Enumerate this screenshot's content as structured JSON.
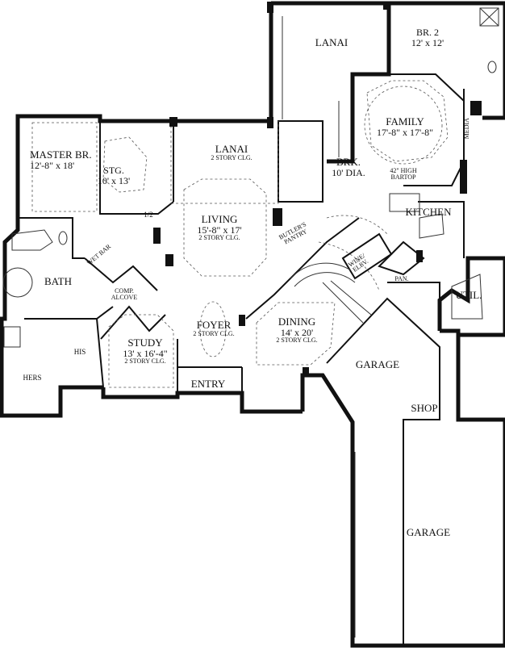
{
  "rooms": {
    "lanai_top": {
      "name": "LANAI"
    },
    "br2": {
      "name": "BR. 2",
      "dim": "12' x 12'"
    },
    "family": {
      "name": "FAMILY",
      "dim": "17'-8\" x 17'-8\""
    },
    "media": {
      "name": "MEDIA"
    },
    "master": {
      "name": "MASTER BR.",
      "dim": "12'-8\" x 18'"
    },
    "stg": {
      "name": "STG.",
      "dim": "10' x 13'"
    },
    "lanai_mid": {
      "name": "LANAI",
      "sub": "2 STORY CLG."
    },
    "brk": {
      "name": "BRK.",
      "dim": "10' DIA."
    },
    "bartop": {
      "line1": "42\" HIGH",
      "line2": "BARTOP"
    },
    "kitchen": {
      "name": "KITCHEN"
    },
    "half_bath": {
      "name": "1/2"
    },
    "living": {
      "name": "LIVING",
      "dim": "15'-8\" x 17'",
      "sub": "2 STORY CLG."
    },
    "butlers": {
      "line1": "BUTLER'S",
      "line2": "PANTRY"
    },
    "wine": {
      "line1": "WINE/",
      "line2": "ELEV."
    },
    "wet_bar": {
      "name": "WET BAR"
    },
    "bath": {
      "name": "BATH"
    },
    "comp": {
      "line1": "COMP.",
      "line2": "ALCOVE"
    },
    "pan": {
      "name": "PAN."
    },
    "util": {
      "name": "UTIL."
    },
    "foyer": {
      "name": "FOYER",
      "sub": "2 STORY CLG."
    },
    "dining": {
      "name": "DINING",
      "dim": "14' x 20'",
      "sub": "2 STORY CLG."
    },
    "his": {
      "name": "HIS"
    },
    "study": {
      "name": "STUDY",
      "dim": "13' x 16'-4\"",
      "sub": "2 STORY CLG."
    },
    "hers": {
      "name": "HERS"
    },
    "garage1": {
      "name": "GARAGE"
    },
    "entry": {
      "name": "ENTRY"
    },
    "shop": {
      "name": "SHOP"
    },
    "garage2": {
      "name": "GARAGE"
    }
  }
}
